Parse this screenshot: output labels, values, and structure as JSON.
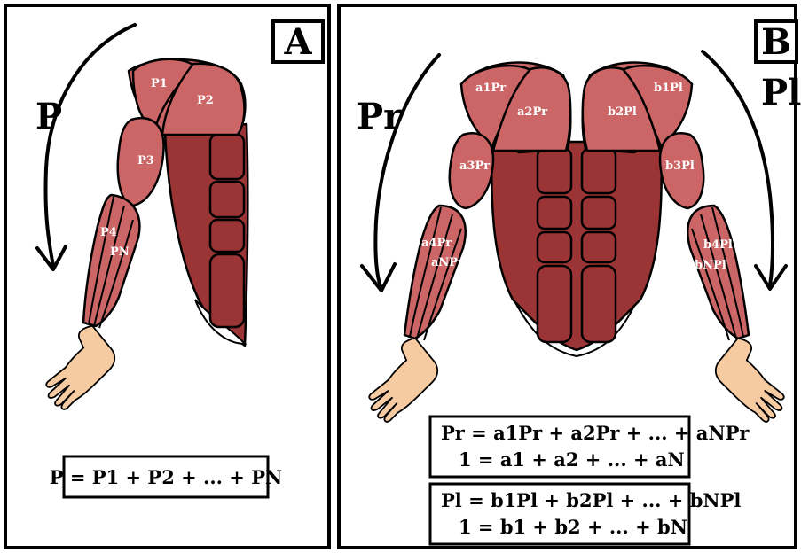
{
  "panel_a": {
    "tag": "A",
    "arrow_label": "P",
    "labels": {
      "p1": "P1",
      "p2": "P2",
      "p3": "P3",
      "p4": "P4",
      "pn": "PN"
    },
    "equation": "P = P1 + P2 + ... + PN"
  },
  "panel_b": {
    "tag": "B",
    "arrow_left_label": "Pr",
    "arrow_right_label": "Pl",
    "labels_left": {
      "a1": "a1Pr",
      "a2": "a2Pr",
      "a3": "a3Pr",
      "a4": "a4Pr",
      "an": "aNPr"
    },
    "labels_right": {
      "b1": "b1Pl",
      "b2": "b2Pl",
      "b3": "b3Pl",
      "b4": "b4Pl",
      "bn": "bNPl"
    },
    "equation_pr_line1": "Pr = a1Pr + a2Pr + ... + aNPr",
    "equation_pr_line2": "1 = a1 + a2 + ... + aN",
    "equation_pl_line1": "Pl = b1Pl + b2Pl + ... + bNPl",
    "equation_pl_line2": "1 = b1 + b2 + ... + bN"
  },
  "colors": {
    "muscle_light": "#cc6666",
    "muscle_dark": "#9b3434",
    "skin": "#f7cba1"
  }
}
